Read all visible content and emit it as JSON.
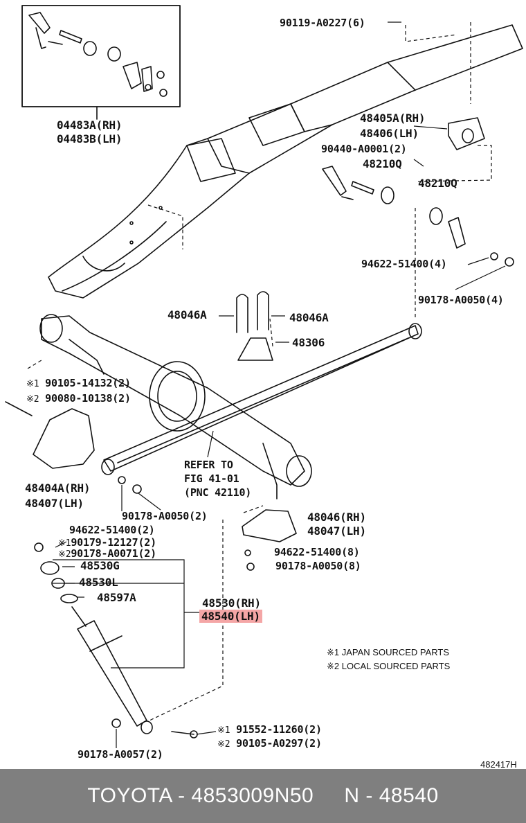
{
  "labels": {
    "bolt_top": "90119-A0227(6)",
    "kit_rh": "04483A(RH)",
    "kit_lh": "04483B(LH)",
    "hanger_rh": "48405A(RH)",
    "hanger_lh": "48406(LH)",
    "shackle_bolt": "90440-A0001(2)",
    "bush_a": "48210Q",
    "bush_b": "48210Q",
    "washer_rear": "94622-51400(4)",
    "nut_rear": "90178-A0050(4)",
    "ubolt_l": "48046A",
    "ubolt_r": "48046A",
    "bumper": "48306",
    "bolt1": "90105-14132(2)",
    "bolt2": "90080-10138(2)",
    "bracket_rh": "48404A(RH)",
    "bracket_lh": "48407(LH)",
    "refer_1": "REFER TO",
    "refer_2": "FIG 41-01",
    "refer_3": "(PNC 42110)",
    "nut_front": "90178-A0050(2)",
    "washer_front": "94622-51400(2)",
    "seat_rh": "48046(RH)",
    "seat_lh": "48047(LH)",
    "nut_top1": "90179-12127(2)",
    "nut_top2": "90178-A0071(2)",
    "washer_seat": "94622-51400(8)",
    "nut_seat": "90178-A0050(8)",
    "cushion_g": "48530G",
    "cushion_l": "48530L",
    "retainer": "48597A",
    "shock_rh": "48530(RH)",
    "shock_lh": "48540(LH)",
    "bolt3": "91552-11260(2)",
    "bolt4": "90105-A0297(2)",
    "nut_bottom": "90178-A0057(2)",
    "mark1": "※1",
    "mark2": "※2",
    "note1": "※1 JAPAN SOURCED PARTS",
    "note2": "※2 LOCAL SOURCED PARTS",
    "fig_code": "482417H"
  },
  "footer": {
    "text": "TOYOTA - 4853009N50     N - 48540"
  },
  "colors": {
    "highlight": "#f4a6a6",
    "footer_bg": "#7f7f7f",
    "line": "#111111"
  }
}
